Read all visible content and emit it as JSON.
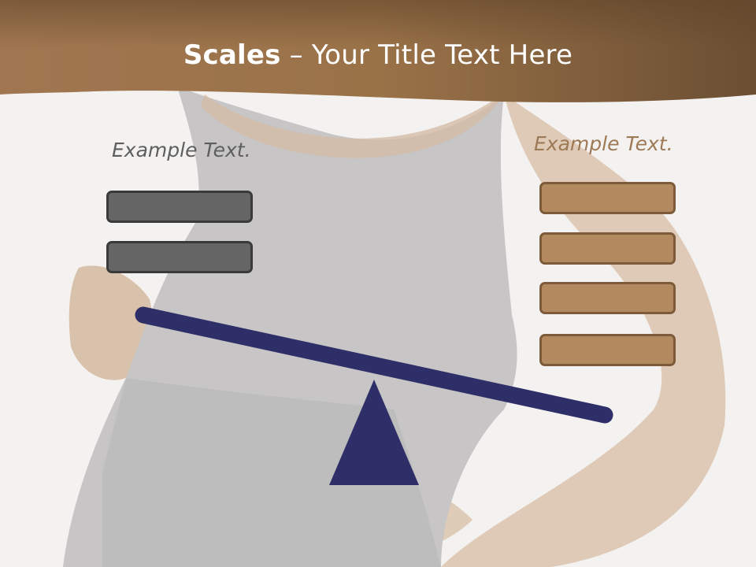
{
  "slide": {
    "title_strong": "Scales",
    "title_rest": " – Your Title Text Here"
  },
  "left": {
    "label": "Example Text.",
    "block_color": "#656565",
    "block_count": 2
  },
  "right": {
    "label": "Example Text.",
    "block_color": "#b38a60",
    "block_count": 4
  },
  "colors": {
    "header": "#8b6440",
    "beam": "#2e2f68",
    "label_left": "#5e5e5e",
    "label_right": "#9d7a55"
  }
}
